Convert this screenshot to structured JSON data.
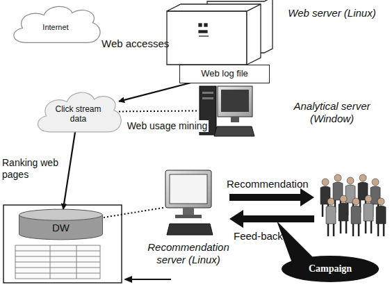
{
  "diagram": {
    "nodes": [
      {
        "text": [
          "Internet"
        ]
      },
      {
        "text": [
          "Web log file"
        ]
      },
      {
        "text": [
          "Click stream data"
        ]
      },
      {
        "text": [
          "Analytical server (Window)"
        ]
      },
      {
        "text": [
          "DW"
        ]
      },
      {
        "text": [
          "Recommendation server (Linux)"
        ]
      },
      {
        "text": [
          "Campaign"
        ]
      }
    ],
    "edges": [
      {
        "from": 1,
        "to": 2,
        "arrow": "to"
      },
      {
        "from": 2,
        "to": 3,
        "label": "Web usage mining",
        "arrow": "none"
      },
      {
        "from": 2,
        "to": 4,
        "arrow": "to"
      },
      {
        "from": 4,
        "to": 5,
        "arrow": "none"
      }
    ],
    "labels": [
      "Web accesses",
      "Web server (Linux)",
      "Ranking web pages",
      "Recommendation",
      "Feed-back"
    ]
  }
}
